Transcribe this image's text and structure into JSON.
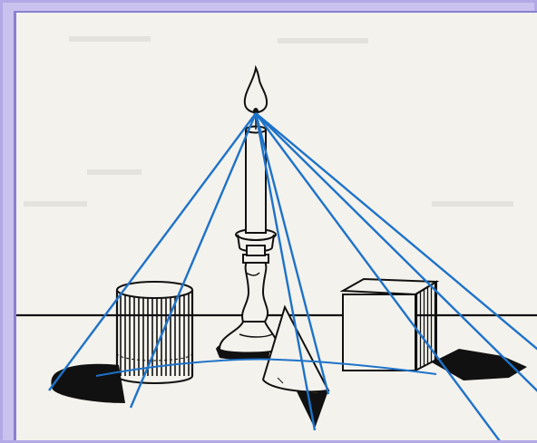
{
  "colors": {
    "frame": "#c9c2ee",
    "paper": "#f4f2ec",
    "ink": "#111111",
    "ray": "#1d72c9"
  },
  "icons": {
    "light_source": "candle-flame-icon"
  },
  "scene": {
    "objects": [
      "candle-with-holder",
      "cylinder",
      "cone",
      "cube"
    ],
    "ray_count": 7
  }
}
